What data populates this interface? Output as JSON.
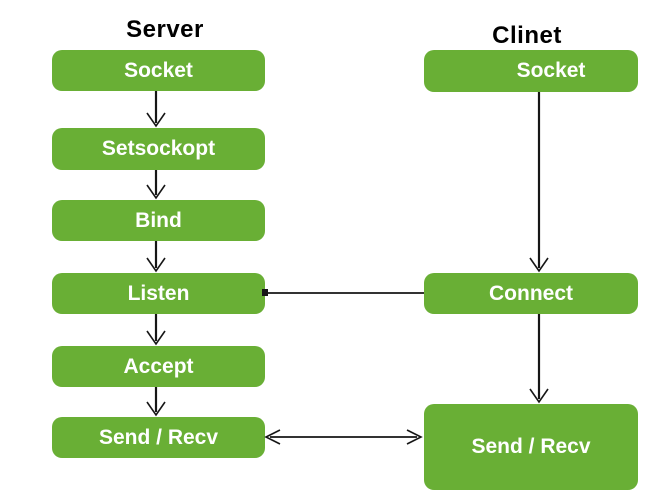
{
  "colors": {
    "box-green": "#69af35",
    "box-text": "#ffffff",
    "line-color": "#161616",
    "title-color": "#000000",
    "bg": "#ffffff"
  },
  "server": {
    "title": "Server",
    "boxes": [
      {
        "label": "Socket"
      },
      {
        "label": "Setsockopt"
      },
      {
        "label": "Bind"
      },
      {
        "label": "Listen"
      },
      {
        "label": "Accept"
      },
      {
        "label": "Send / Recv"
      }
    ]
  },
  "client": {
    "title": "Clinet",
    "boxes": [
      {
        "label": "Socket"
      },
      {
        "label": "Connect"
      },
      {
        "label": "Send / Recv"
      }
    ]
  },
  "connections": [
    {
      "from": "server-socket",
      "to": "server-setsockopt",
      "style": "arrow-down"
    },
    {
      "from": "server-setsockopt",
      "to": "server-bind",
      "style": "arrow-down"
    },
    {
      "from": "server-bind",
      "to": "server-listen",
      "style": "arrow-down"
    },
    {
      "from": "server-listen",
      "to": "server-accept",
      "style": "arrow-down"
    },
    {
      "from": "server-accept",
      "to": "server-send-recv",
      "style": "arrow-down"
    },
    {
      "from": "client-socket",
      "to": "client-connect",
      "style": "arrow-down"
    },
    {
      "from": "client-connect",
      "to": "client-send-recv",
      "style": "arrow-down"
    },
    {
      "from": "server-listen",
      "to": "client-connect",
      "style": "plain-line"
    },
    {
      "from": "server-send-recv",
      "to": "client-send-recv",
      "style": "double-headed-arrow"
    }
  ]
}
